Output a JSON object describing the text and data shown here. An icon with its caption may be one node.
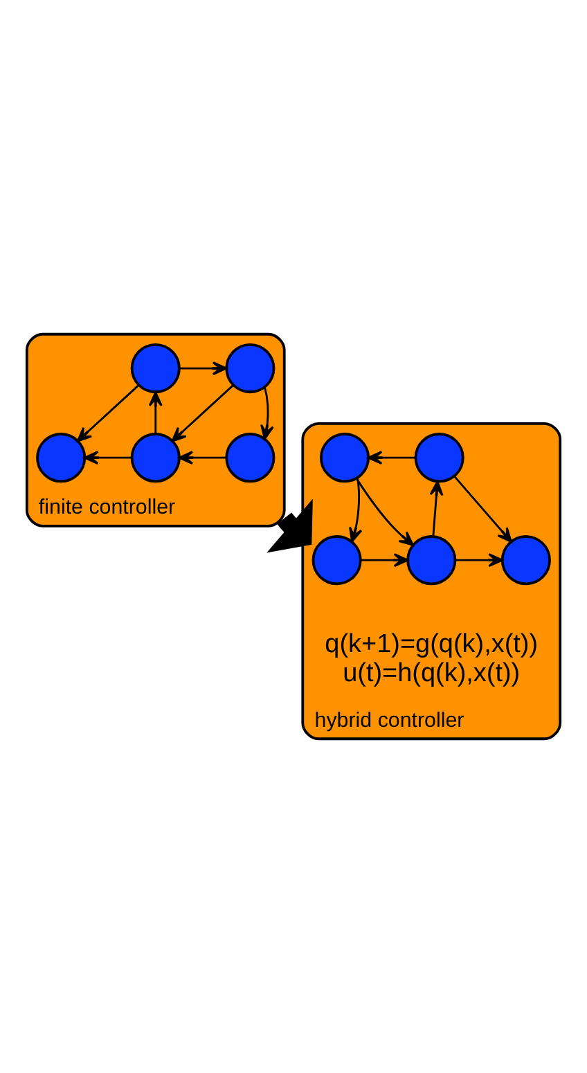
{
  "diagram": {
    "nodes": [
      {
        "text": [
          "finite controller"
        ]
      },
      {
        "text": [],
        "shape": "circle",
        "in": 0
      },
      {
        "text": [],
        "shape": "circle",
        "in": 0
      },
      {
        "text": [],
        "shape": "circle",
        "in": 0
      },
      {
        "text": [],
        "shape": "circle",
        "in": 0
      },
      {
        "text": [],
        "shape": "circle",
        "in": 0
      },
      {
        "text": [
          "hybrid controller"
        ]
      },
      {
        "text": [],
        "shape": "circle",
        "in": 6
      },
      {
        "text": [],
        "shape": "circle",
        "in": 6
      },
      {
        "text": [],
        "shape": "circle",
        "in": 6
      },
      {
        "text": [],
        "shape": "circle",
        "in": 6
      },
      {
        "text": [],
        "shape": "circle",
        "in": 6
      },
      {
        "text": [
          "q(k+1)=g(q(k),x(t))",
          "u(t)=h(q(k),x(t))"
        ],
        "in": 6
      }
    ],
    "edges": [
      {
        "from": 2,
        "to": 1,
        "arrow": "to"
      },
      {
        "from": 1,
        "to": 3,
        "arrow": "to"
      },
      {
        "from": 1,
        "to": 4,
        "arrow": "to"
      },
      {
        "from": 3,
        "to": 4,
        "arrow": "to"
      },
      {
        "from": 4,
        "to": 2,
        "arrow": "to"
      },
      {
        "from": 2,
        "to": 5,
        "arrow": "to"
      },
      {
        "from": 4,
        "to": 5,
        "arrow": "to"
      },
      {
        "from": 0,
        "to": 6,
        "arrow": "to",
        "style": "thick"
      },
      {
        "from": 8,
        "to": 7,
        "arrow": "to"
      },
      {
        "from": 7,
        "to": 9,
        "arrow": "to"
      },
      {
        "from": 7,
        "to": 10,
        "arrow": "to"
      },
      {
        "from": 9,
        "to": 10,
        "arrow": "to"
      },
      {
        "from": 10,
        "to": 8,
        "arrow": "to"
      },
      {
        "from": 8,
        "to": 11,
        "arrow": "to"
      },
      {
        "from": 10,
        "to": 11,
        "arrow": "to"
      }
    ]
  }
}
